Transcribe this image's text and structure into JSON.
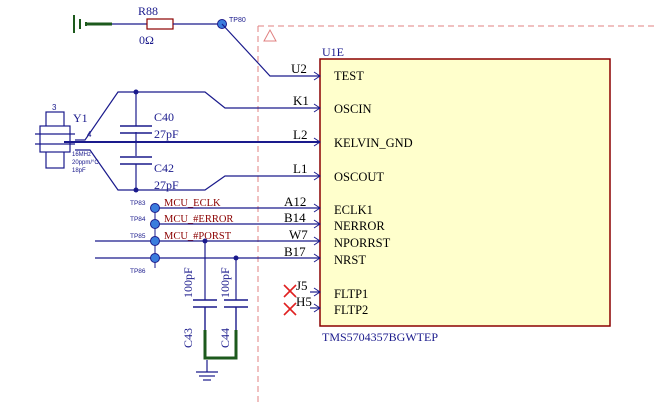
{
  "resistor": {
    "ref": "R88",
    "value": "0Ω"
  },
  "testpoints": [
    "TP80",
    "TP83",
    "TP84",
    "TP85",
    "TP86"
  ],
  "crystal": {
    "ref": "Y1",
    "pin3": "3",
    "pin4": "4",
    "spec1": "16MHz",
    "spec2": "20ppm/°C",
    "spec3": "18pF"
  },
  "capacitors": {
    "c40": {
      "ref": "C40",
      "value": "27pF"
    },
    "c42": {
      "ref": "C42",
      "value": "27pF"
    },
    "c43": {
      "ref": "C43",
      "value": "100pF"
    },
    "c44": {
      "ref": "C44",
      "value": "100pF"
    }
  },
  "ic": {
    "designator": "U1E",
    "part_number": "TMS5704357BGWTEP"
  },
  "pins": [
    {
      "ball": "U2",
      "name": "TEST"
    },
    {
      "ball": "K1",
      "name": "OSCIN"
    },
    {
      "ball": "L2",
      "name": "KELVIN_GND"
    },
    {
      "ball": "L1",
      "name": "OSCOUT"
    },
    {
      "ball": "A12",
      "name": "ECLK1"
    },
    {
      "ball": "B14",
      "name": "NERROR"
    },
    {
      "ball": "W7",
      "name": "NPORRST"
    },
    {
      "ball": "B17",
      "name": "NRST"
    },
    {
      "ball": "J5",
      "name": "FLTP1"
    },
    {
      "ball": "H5",
      "name": "FLTP2"
    }
  ],
  "nets": [
    "MCU_ECLK",
    "MCU_#ERROR",
    "MCU_#PORST"
  ],
  "colors": {
    "wire": "#1a1a8c",
    "component": "#8b0000",
    "ic_fill": "#ffffcc",
    "ic_border": "#8b0000",
    "ground": "#1d5a1d",
    "dnp": "#e02020",
    "testpoint": "#3b7ddd"
  }
}
